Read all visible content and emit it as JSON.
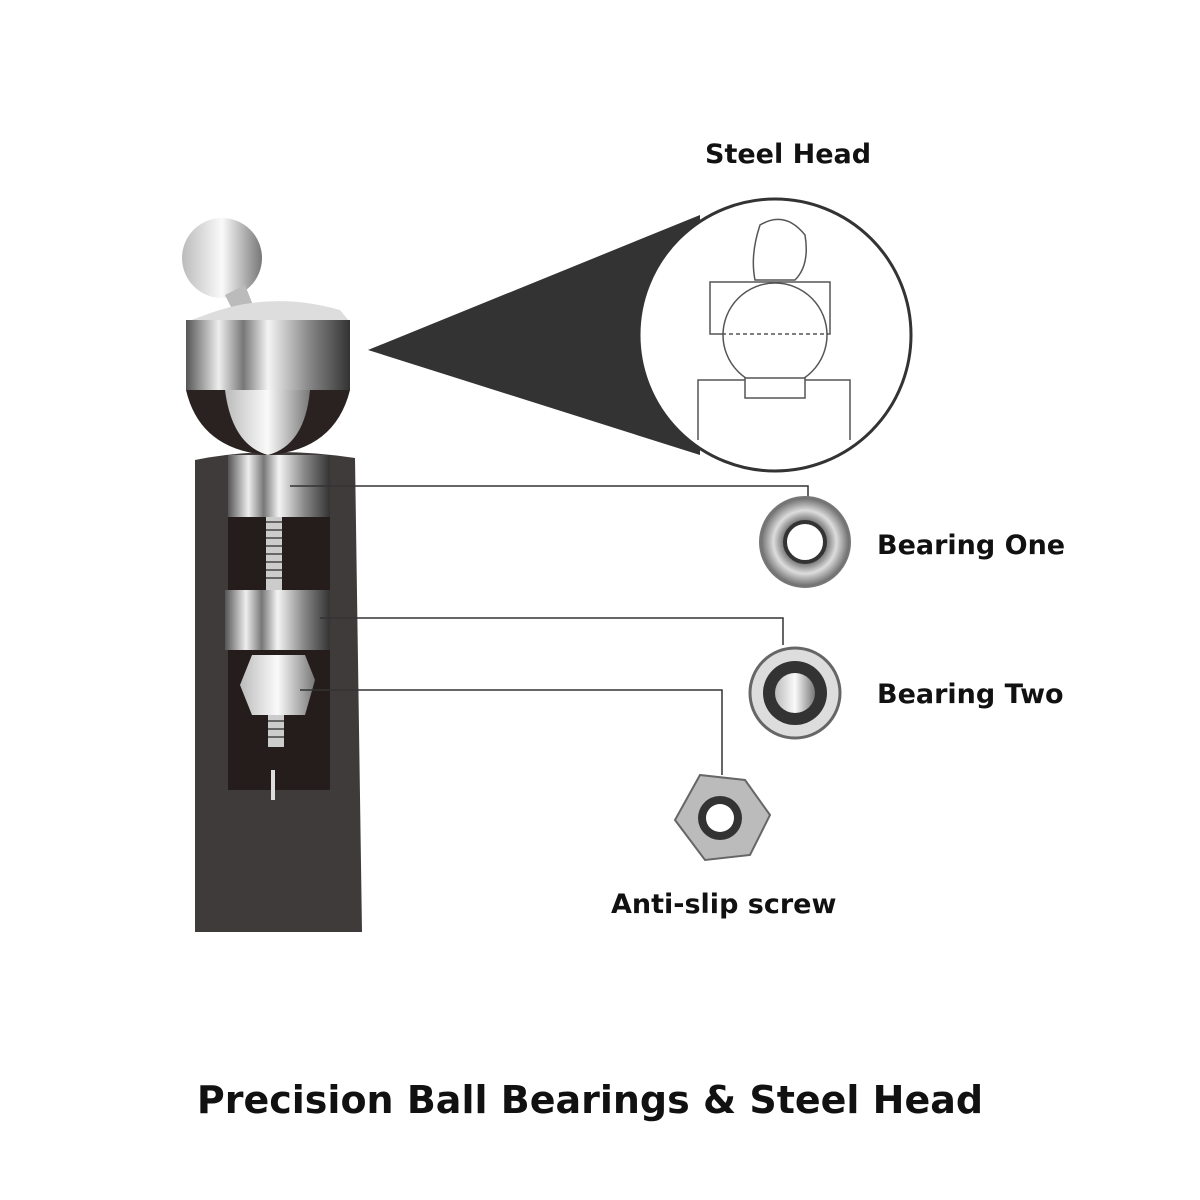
{
  "labels": {
    "steel_head": "Steel Head",
    "bearing_one": "Bearing One",
    "bearing_two": "Bearing Two",
    "anti_slip_screw": "Anti-slip screw"
  },
  "title": "Precision Ball Bearings & Steel Head",
  "colors": {
    "body": "#3f3b3a",
    "slot": "#241d1b",
    "cone": "#333333",
    "line": "#333333"
  }
}
